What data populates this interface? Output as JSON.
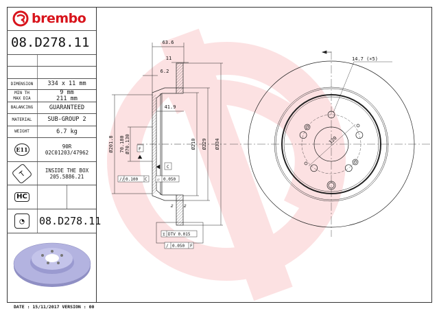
{
  "brand": "brembo",
  "part_number": "08.D278.11",
  "specs": [
    {
      "label": "DIMENSION",
      "value": "334 x 11 mm"
    },
    {
      "label_lines": [
        "MIN TH",
        "MAX DIA"
      ],
      "value_lines": [
        "9 mm",
        "211 mm"
      ]
    },
    {
      "label": "BALANCING",
      "value": "GUARANTEED"
    },
    {
      "label": "MATERIAL",
      "value": "SUB-GROUP 2"
    },
    {
      "label": "WEIGHT",
      "value": "6.7 kg"
    }
  ],
  "approval": {
    "icon_text": "E11",
    "lines": [
      "90R",
      "02C01203/47962"
    ]
  },
  "screw": {
    "lines": [
      "INSIDE THE BOX",
      "205.5886.21"
    ]
  },
  "hc_icon_text": "HC",
  "bottom_part_number": "08.D278.11",
  "footer": "DATE : 15/11/2017 VERSION : 00",
  "dimensions": {
    "overall_height": "63.6",
    "thickness": "11",
    "hat_offset": "6.2",
    "hat_depth": "41.9",
    "dia_201": "Ø201.8",
    "dia_bore_max": "70.180",
    "dia_bore_min": "Ø70.130",
    "dia_210": "Ø210",
    "dia_229": "Ø229",
    "dia_334": "Ø334",
    "bolt_hole": "14.7 (×5)",
    "pcd": "120",
    "datum_f": "F",
    "datum_c": "C",
    "parallel_tol": "0.100",
    "parallel_ref": "C",
    "flat_tol": "0.050",
    "dtv": "DTV 0.015",
    "runout_tol": "0.050",
    "runout_ref": "F",
    "finish_1": "Ra",
    "finish_2": "Ra"
  },
  "colors": {
    "brand_red": "#d8141c",
    "render": "#a9a9d8"
  }
}
